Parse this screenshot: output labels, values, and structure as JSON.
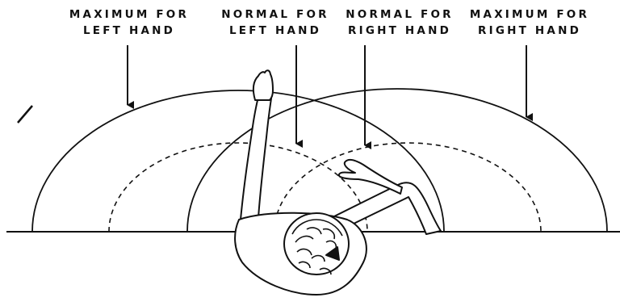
{
  "labels": {
    "max_left": {
      "line1": "MAXIMUM FOR",
      "line2": "LEFT HAND"
    },
    "normal_left": {
      "line1": "NORMAL FOR",
      "line2": "LEFT HAND"
    },
    "normal_right": {
      "line1": "NORMAL FOR",
      "line2": "RIGHT HAND"
    },
    "max_right": {
      "line1": "MAXIMUM FOR",
      "line2": "RIGHT HAND"
    }
  },
  "colors": {
    "ink": "#111111",
    "background": "#ffffff"
  }
}
